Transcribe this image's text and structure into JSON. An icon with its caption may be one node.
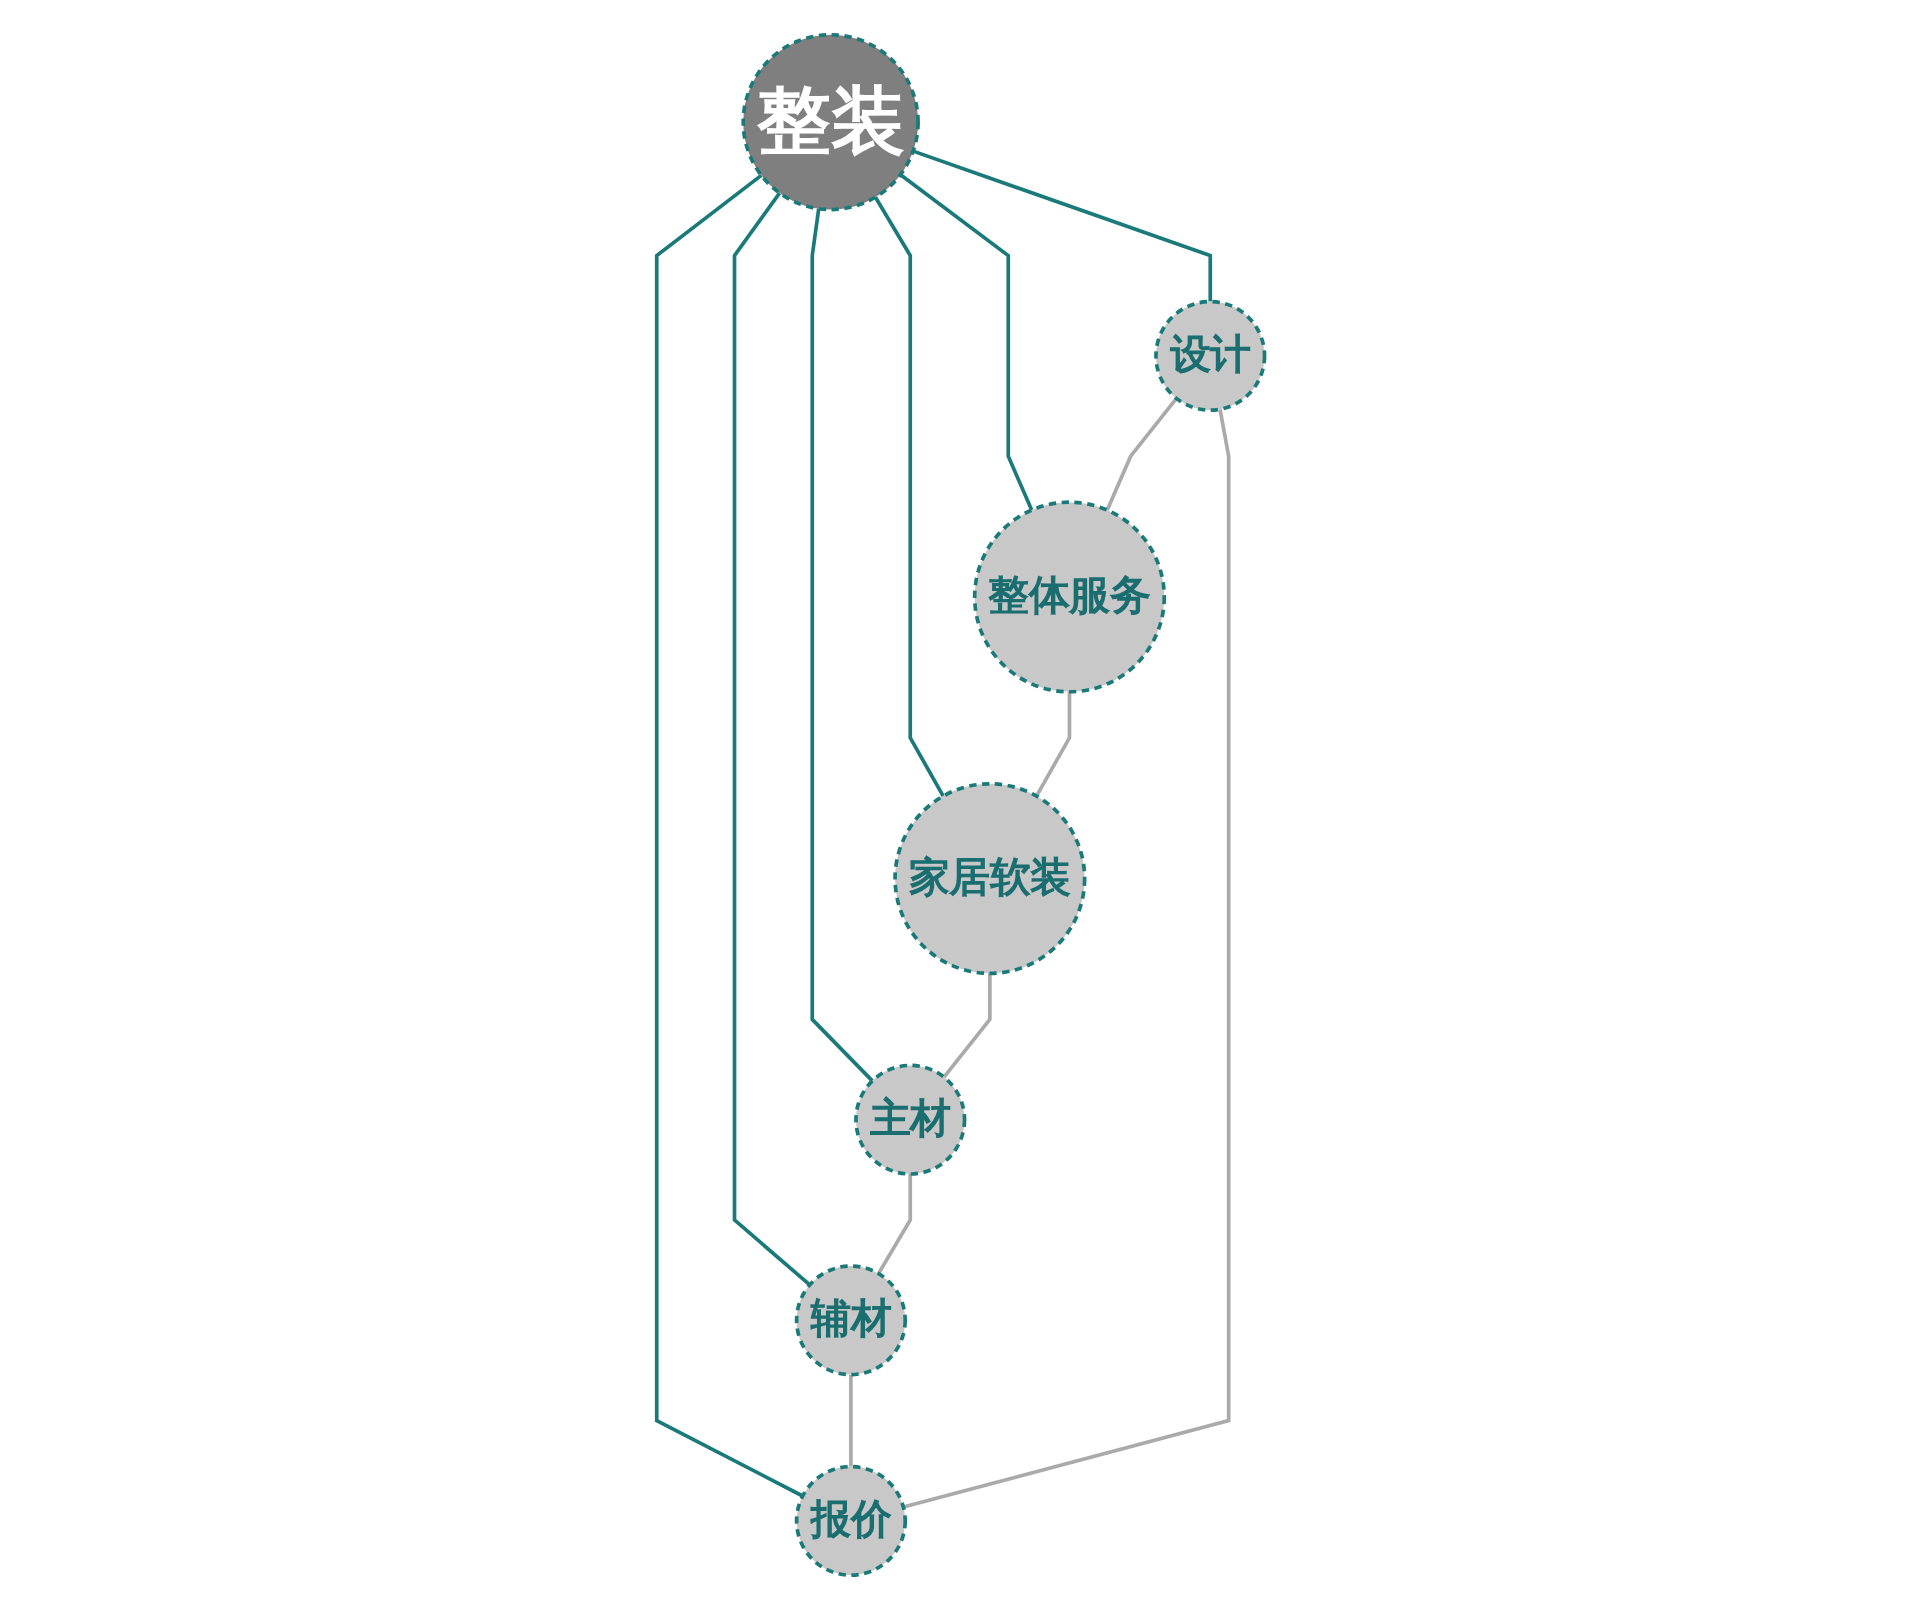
{
  "diagram": {
    "nodes": [
      {
        "text": [
          "整装"
        ]
      },
      {
        "text": [
          "设计"
        ]
      },
      {
        "text": [
          "整体服务"
        ]
      },
      {
        "text": [
          "家居软装"
        ]
      },
      {
        "text": [
          "主材"
        ]
      },
      {
        "text": [
          "辅材"
        ]
      },
      {
        "text": [
          "报价"
        ]
      }
    ],
    "edges": [
      {
        "from": 0,
        "to": 1,
        "arrow": "none"
      },
      {
        "from": 0,
        "to": 2,
        "arrow": "none"
      },
      {
        "from": 0,
        "to": 3,
        "arrow": "none"
      },
      {
        "from": 0,
        "to": 4,
        "arrow": "none"
      },
      {
        "from": 0,
        "to": 5,
        "arrow": "none"
      },
      {
        "from": 0,
        "to": 6,
        "arrow": "none"
      },
      {
        "from": 1,
        "to": 2,
        "arrow": "none",
        "color": "#aaaaaa"
      },
      {
        "from": 2,
        "to": 3,
        "arrow": "none",
        "color": "#aaaaaa"
      },
      {
        "from": 3,
        "to": 4,
        "arrow": "none",
        "color": "#aaaaaa"
      },
      {
        "from": 4,
        "to": 5,
        "arrow": "none",
        "color": "#aaaaaa"
      },
      {
        "from": 5,
        "to": 6,
        "arrow": "none",
        "color": "#aaaaaa"
      },
      {
        "from": 6,
        "to": 1,
        "arrow": "none",
        "color": "#aaaaaa"
      }
    ]
  }
}
